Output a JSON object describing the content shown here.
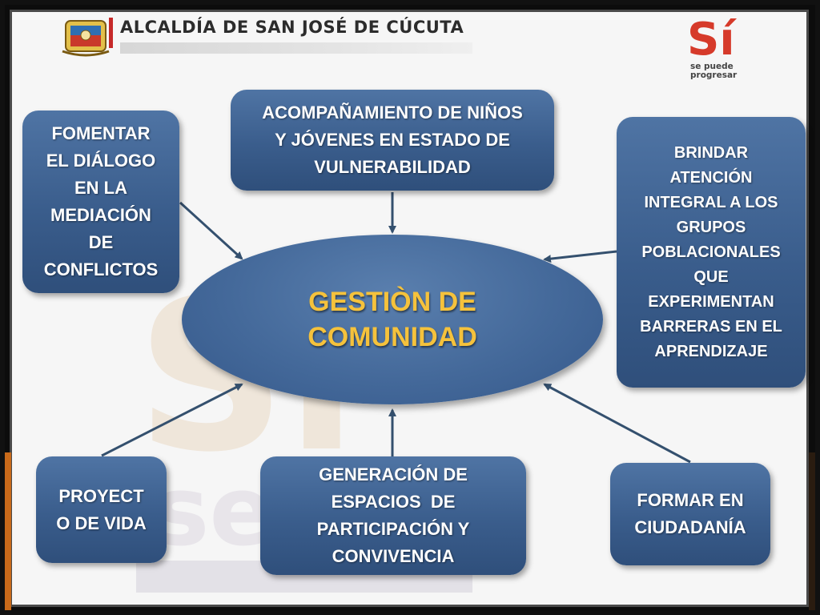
{
  "header": {
    "title": "ALCALDÍA DE SAN JOSÉ DE CÚCUTA",
    "brand_main": "Sí",
    "brand_sub_line1": "se puede",
    "brand_sub_line2": "progresar"
  },
  "center": {
    "line1": "GESTIÒN DE",
    "line2": "COMUNIDAD"
  },
  "nodes": {
    "fomentar": [
      "FOMENTAR",
      "EL DIÁLOGO",
      "EN LA",
      "MEDIACIÓN",
      "DE",
      "CONFLICTOS"
    ],
    "acompanamiento": [
      "ACOMPAÑAMIENTO DE NIÑOS",
      "Y JÓVENES EN ESTADO DE",
      "VULNERABILIDAD"
    ],
    "brindar": [
      "BRINDAR",
      "ATENCIÓN",
      "INTEGRAL A LOS",
      "GRUPOS",
      "POBLACIONALES",
      "QUE",
      "EXPERIMENTAN",
      "BARRERAS EN EL",
      "APRENDIZAJE"
    ],
    "proyecto": [
      "PROYECT",
      "O DE VIDA"
    ],
    "generacion": [
      "GENERACIÓN DE",
      "ESPACIOS  DE",
      "PARTICIPACIÓN Y",
      "CONVIVENCIA"
    ],
    "formar": [
      "FORMAR EN",
      "CIUDADANÍA"
    ]
  },
  "colors": {
    "box": "#3a5d8c",
    "center_text": "#f5c23c",
    "arrow": "#34506e"
  }
}
